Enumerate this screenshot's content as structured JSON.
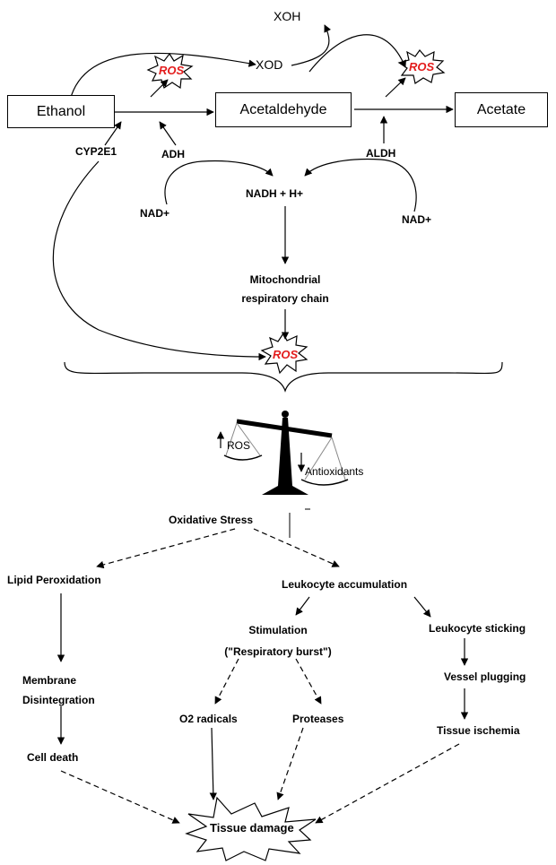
{
  "nodes": {
    "xoh": "XOH",
    "xod": "XOD",
    "ethanol": "Ethanol",
    "acetaldehyde": "Acetaldehyde",
    "acetate": "Acetate",
    "ros": "ROS",
    "cyp2e1": "CYP2E1",
    "adh": "ADH",
    "aldh": "ALDH",
    "nad_left": "NAD+",
    "nad_right": "NAD+",
    "nadh": "NADH + H+",
    "mito_line1": "Mitochondrial",
    "mito_line2": "respiratory chain",
    "balance_ros": "ROS",
    "balance_antiox": "Antioxidants",
    "oxidative_stress": "Oxidative Stress",
    "lipid_peroxidation": "Lipid Peroxidation",
    "leukocyte_accumulation": "Leukocyte accumulation",
    "stimulation": "Stimulation",
    "respiratory_burst": "(\"Respiratory burst\")",
    "leukocyte_sticking": "Leukocyte sticking",
    "membrane_line1": "Membrane",
    "membrane_line2": "Disintegration",
    "vessel_plugging": "Vessel plugging",
    "o2_radicals": "O2 radicals",
    "proteases": "Proteases",
    "tissue_ischemia": "Tissue ischemia",
    "cell_death": "Cell death",
    "tissue_damage": "Tissue damage"
  },
  "colors": {
    "ros_text": "#e31c1c",
    "line": "#000000",
    "background": "#ffffff"
  },
  "icons": [
    "starburst",
    "balance-scale",
    "up-arrow",
    "down-arrow"
  ]
}
